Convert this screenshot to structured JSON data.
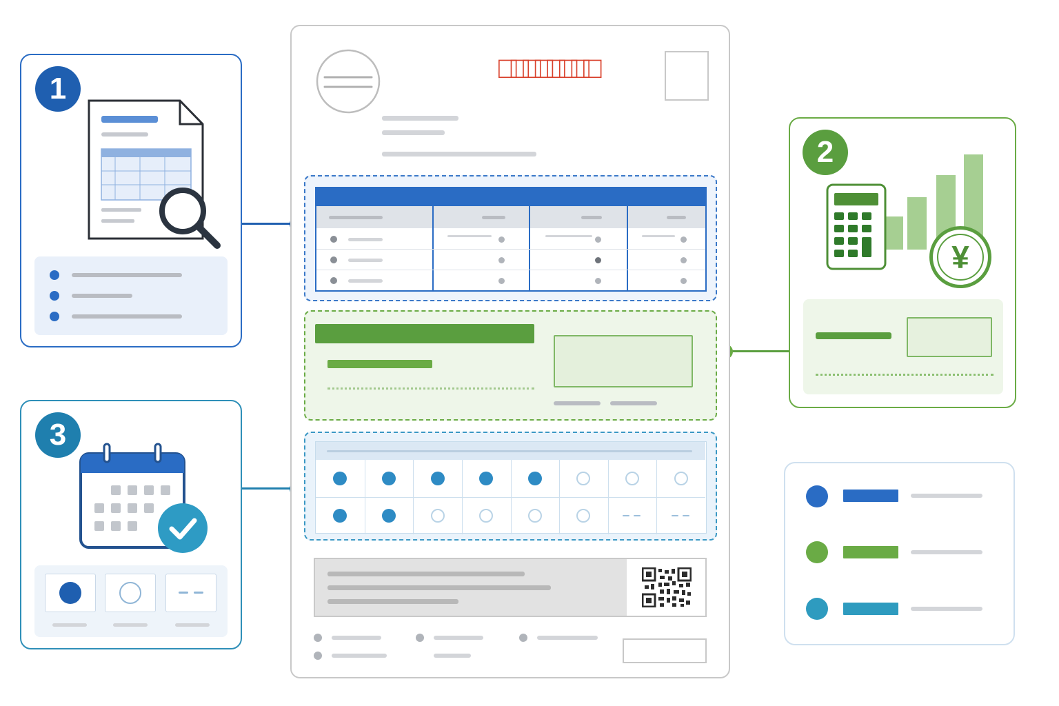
{
  "steps": [
    {
      "number": "1",
      "color": "#1f63b8"
    },
    {
      "number": "2",
      "color": "#5a9e3f"
    },
    {
      "number": "3",
      "color": "#1f7fae"
    }
  ],
  "document": {
    "stamp_text": "□□□□□□□□",
    "stamp_color": "#d9412c"
  },
  "amount_panel": {
    "currency_symbol": "¥"
  },
  "legend": [
    {
      "color": "#2a6cc4"
    },
    {
      "color": "#6aab45"
    },
    {
      "color": "#2e9bbf"
    }
  ],
  "calendar_grid": {
    "row1": [
      "filled",
      "filled",
      "filled",
      "filled",
      "filled",
      "empty",
      "empty",
      "empty"
    ],
    "row2": [
      "filled",
      "filled",
      "empty",
      "empty",
      "empty",
      "empty",
      "dash",
      "dash"
    ]
  },
  "status_options": [
    "filled",
    "empty",
    "dash"
  ],
  "icons": [
    "document-search-icon",
    "magnifier-icon",
    "calculator-icon",
    "bar-chart-icon",
    "yen-coin-icon",
    "calendar-icon",
    "check-icon",
    "qr-code-icon"
  ],
  "connector_dash": "– –"
}
